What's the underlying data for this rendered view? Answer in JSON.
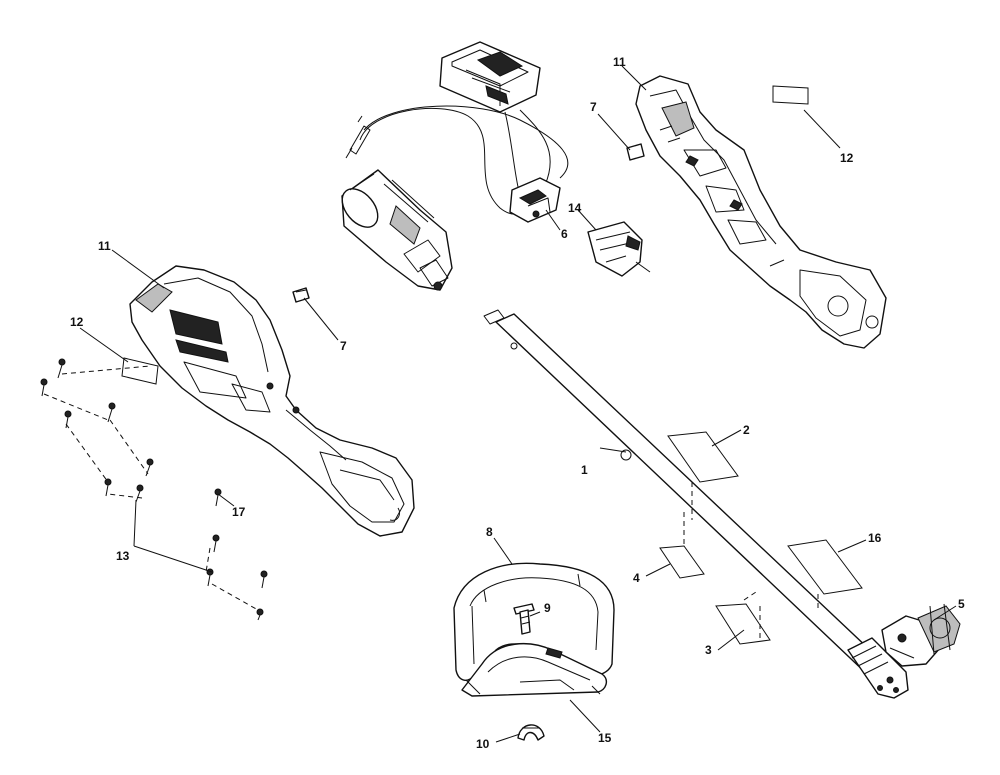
{
  "callouts": {
    "c1": "1",
    "c2": "2",
    "c3": "3",
    "c4": "4",
    "c5": "5",
    "c6": "6",
    "c7a": "7",
    "c7b": "7",
    "c8": "8",
    "c9": "9",
    "c10": "10",
    "c11a": "11",
    "c11b": "11",
    "c12a": "12",
    "c12b": "12",
    "c13": "13",
    "c14": "14",
    "c15": "15",
    "c16": "16",
    "c17": "17"
  }
}
